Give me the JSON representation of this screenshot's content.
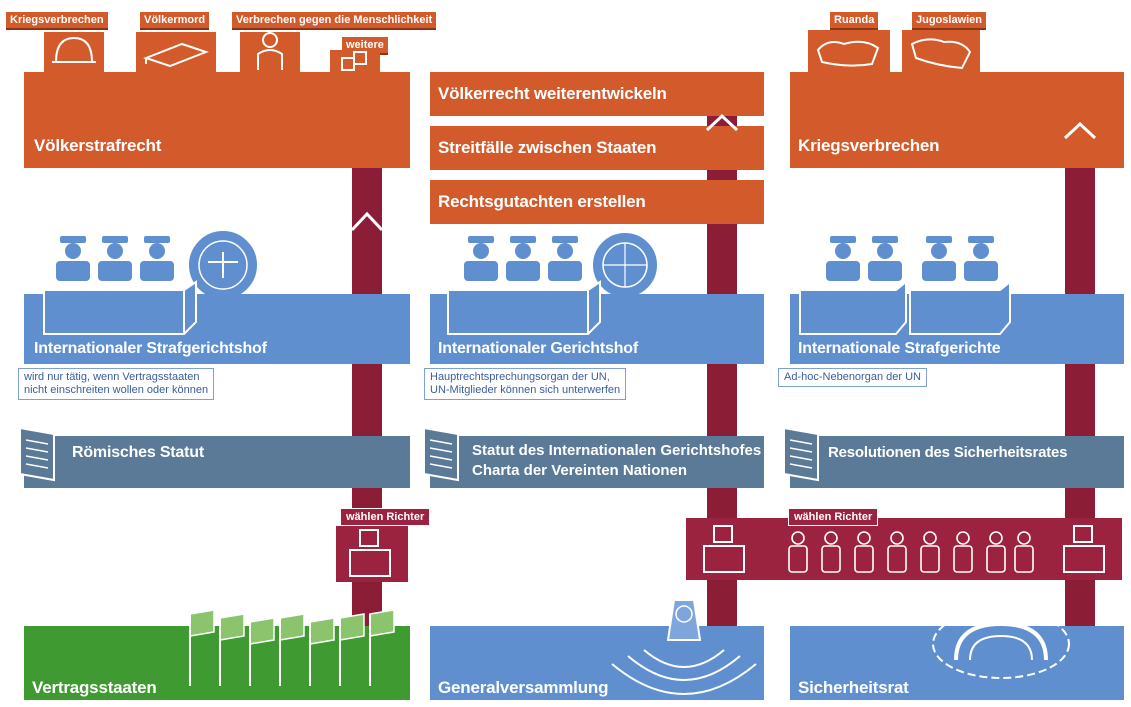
{
  "col1": {
    "crime_tags": [
      "Kriegsverbrechen",
      "Völkermord",
      "Verbrechen gegen die Menschlichkeit",
      "weitere"
    ],
    "top_label": "Völkerstrafrecht",
    "court_label": "Internationaler Strafgerichtshof",
    "court_note_1": "wird nur tätig, wenn Vertragsstaaten",
    "court_note_2": "nicht einschreiten wollen oder können",
    "statute_label": "Römisches Statut",
    "vote_label": "wählen Richter",
    "base_label": "Vertragsstaaten"
  },
  "col2": {
    "tasks": [
      "Völkerrecht weiterentwickeln",
      "Streitfälle zwischen Staaten",
      "Rechtsgutachten erstellen"
    ],
    "court_label": "Internationaler Gerichtshof",
    "court_note_1": "Hauptrechtsprechungsorgan der UN,",
    "court_note_2": "UN-Mitglieder können sich unterwerfen",
    "statute_line_1": "Statut des Internationalen Gerichtshofes",
    "statute_line_2": "Charta der Vereinten Nationen",
    "base_label": "Generalversammlung"
  },
  "col3": {
    "region_tags": [
      "Ruanda",
      "Jugoslawien"
    ],
    "top_label": "Kriegsverbrechen",
    "court_label": "Internationale Strafgerichte",
    "court_note": "Ad-hoc-Nebenorgan der UN",
    "statute_label": "Resolutionen des Sicherheitsrates",
    "vote_label": "wählen Richter",
    "base_label": "Sicherheitsrat"
  },
  "colors": {
    "orange": "#d35a2a",
    "blue": "#5f8fcf",
    "slate": "#5b7a97",
    "crimson": "#9c2340",
    "green": "#3f9a32"
  }
}
